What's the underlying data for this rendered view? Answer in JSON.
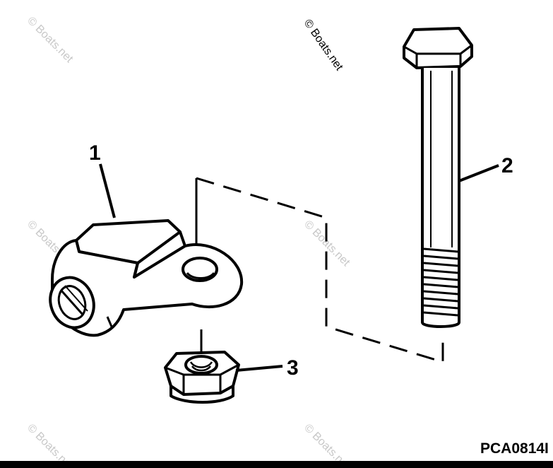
{
  "diagram": {
    "callouts": [
      {
        "id": "1",
        "label": "1"
      },
      {
        "id": "2",
        "label": "2"
      },
      {
        "id": "3",
        "label": "3"
      }
    ],
    "part_code": "PCA0814I",
    "watermark": "© Boats.net",
    "colors": {
      "ink": "#000000",
      "paper": "#ffffff",
      "watermark_faint": "#c8c8c8"
    }
  }
}
